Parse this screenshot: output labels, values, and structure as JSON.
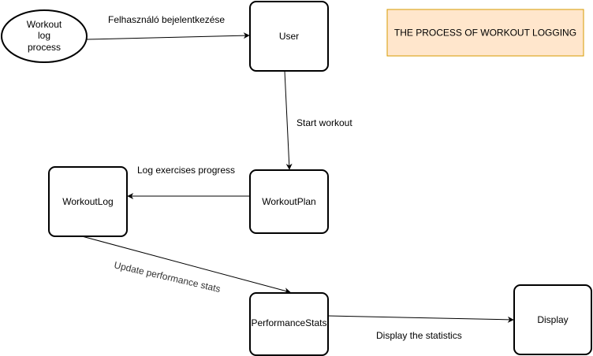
{
  "diagram": {
    "title": "THE PROCESS OF WORKOUT LOGGING",
    "start": {
      "line1": "Workout",
      "line2": "log",
      "line3": "process"
    },
    "nodes": {
      "user": "User",
      "workout_plan": "WorkoutPlan",
      "workout_log": "WorkoutLog",
      "performance_stats": "PerformanceStats",
      "display": "Display"
    },
    "edges": {
      "login": "Felhasználó bejelentkezése",
      "start_workout": "Start workout",
      "log_progress": "Log exercises progress",
      "update_stats": "Update performance stats",
      "display_stats": "Display the statistics"
    }
  },
  "colors": {
    "title_fill": "#ffe6cc",
    "title_border": "#d79b00",
    "stroke": "#000000"
  }
}
